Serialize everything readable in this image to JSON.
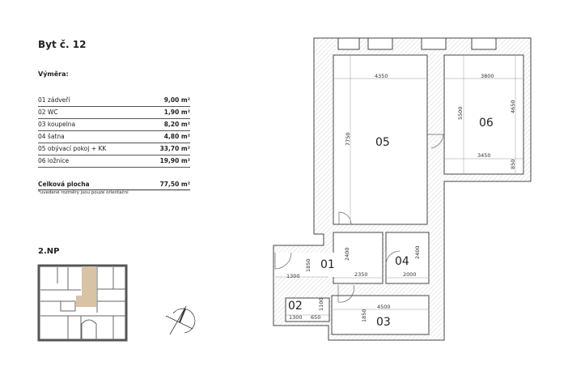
{
  "header": {
    "title": "Byt č. 12",
    "subtitle": "Výměra:"
  },
  "rooms": [
    {
      "label": "01 zádveří",
      "area": "9,00 m²"
    },
    {
      "label": "02 WC",
      "area": "1,90 m²"
    },
    {
      "label": "03 koupelna",
      "area": "8,20 m²"
    },
    {
      "label": "04 šatna",
      "area": "4,80 m²"
    },
    {
      "label": "05 obývací pokoj + KK",
      "area": "33,70 m²"
    },
    {
      "label": "06 ložnice",
      "area": "19,90 m²"
    }
  ],
  "total": {
    "label": "Celková plocha",
    "area": "77,50 m²"
  },
  "note": "*uvedené rozměry jsou pouze orientační",
  "floor": "2.NP",
  "plan": {
    "room_numbers": {
      "r01": "01",
      "r02": "02",
      "r03": "03",
      "r04": "04",
      "r05": "05",
      "r06": "06"
    },
    "dims": {
      "d4350": "4350",
      "d3800": "3800",
      "d7750": "7750",
      "d5500": "5500",
      "d4650": "4650",
      "d3450": "3450",
      "d850a": "850",
      "d2400a": "2400",
      "d2350": "2350",
      "d2400b": "2400",
      "d2000": "2000",
      "d1850a": "1850",
      "d1300a": "1300",
      "d1100": "1100",
      "d1300b": "1300",
      "d650": "650",
      "d4500": "4500",
      "d1850b": "1850"
    }
  },
  "colors": {
    "highlight": "#d9c3a5",
    "wall": "#555555"
  }
}
